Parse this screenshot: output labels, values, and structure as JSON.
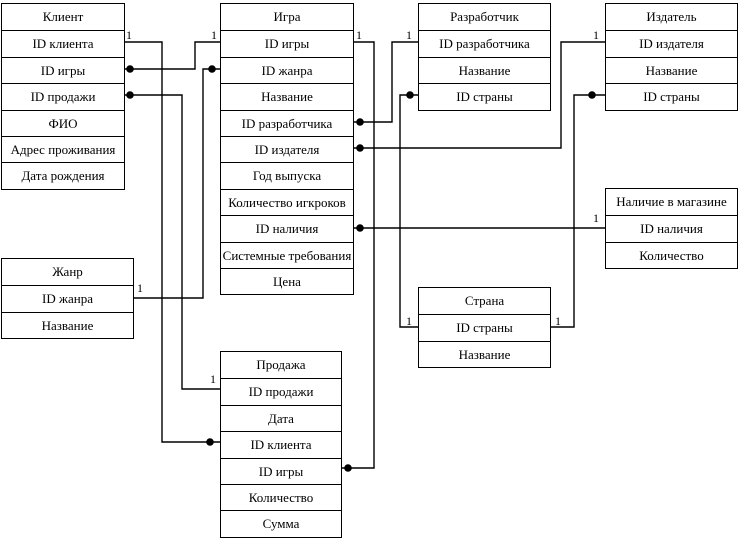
{
  "entities": {
    "client": {
      "title": "Клиент",
      "fields": [
        "ID клиента",
        "ID игры",
        "ID продажи",
        "ФИО",
        "Адрес проживания",
        "Дата рождения"
      ]
    },
    "game": {
      "title": "Игра",
      "fields": [
        "ID игры",
        "ID жанра",
        "Название",
        "ID разработчика",
        "ID издателя",
        "Год выпуска",
        "Количество игкроков",
        "ID наличия",
        "Системные требования",
        "Цена"
      ]
    },
    "developer": {
      "title": "Разработчик",
      "fields": [
        "ID разработчика",
        "Название",
        "ID страны"
      ]
    },
    "publisher": {
      "title": "Издатель",
      "fields": [
        "ID издателя",
        "Название",
        "ID страны"
      ]
    },
    "stock": {
      "title": "Наличие в магазине",
      "fields": [
        "ID наличия",
        "Количество"
      ]
    },
    "genre": {
      "title": "Жанр",
      "fields": [
        "ID жанра",
        "Название"
      ]
    },
    "country": {
      "title": "Страна",
      "fields": [
        "ID страны",
        "Название"
      ]
    },
    "sale": {
      "title": "Продажа",
      "fields": [
        "ID продажи",
        "Дата",
        "ID клиента",
        "ID игры",
        "Количество",
        "Сумма"
      ]
    }
  },
  "cardinality": {
    "one": "1"
  }
}
